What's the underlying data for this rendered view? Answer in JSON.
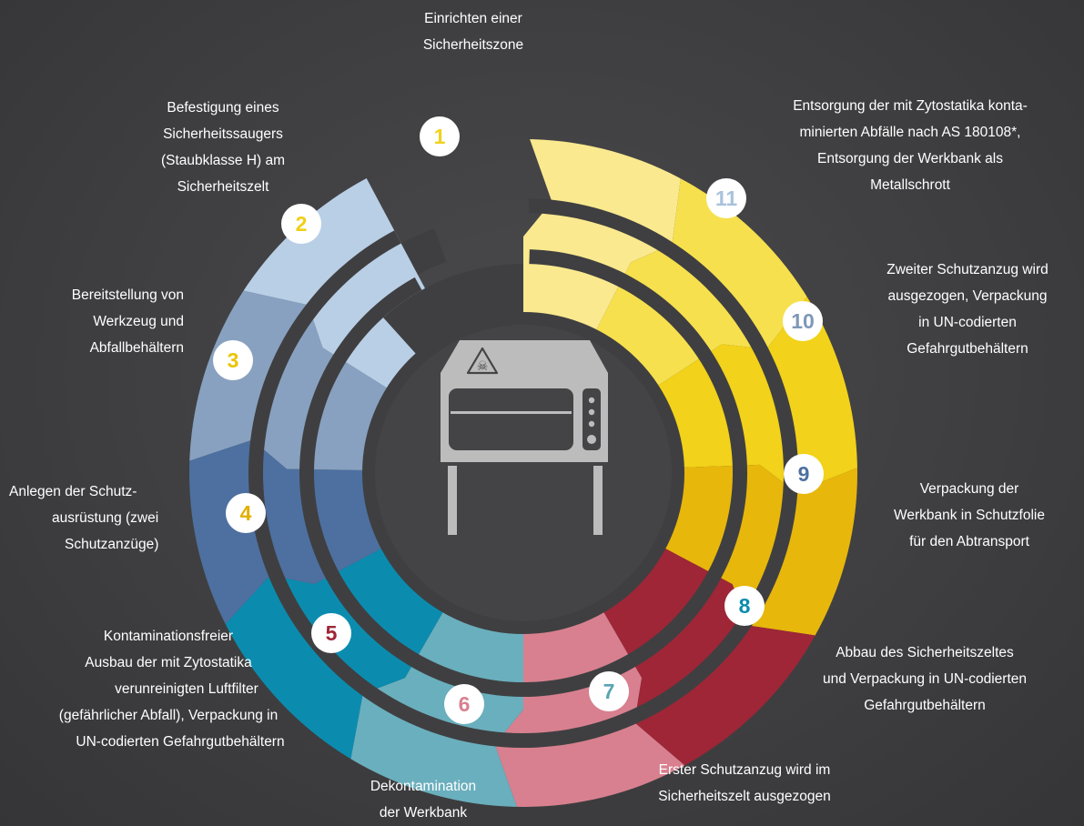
{
  "colors": {
    "background": "#3f3f41",
    "ring_gap": "#3f3f41",
    "center_disk": "#444446",
    "machine": "#bcbcbc"
  },
  "steps": [
    {
      "number": "1",
      "color": "#fae98e",
      "text_color": "#f1d21d",
      "lines": [
        "Einrichten einer",
        "Sicherheitszone"
      ]
    },
    {
      "number": "2",
      "color": "#f6e04d",
      "text_color": "#f0cf18",
      "lines": [
        "Befestigung eines",
        "Sicherheitssaugers",
        "(Staubklasse H) am",
        "Sicherheitszelt"
      ]
    },
    {
      "number": "3",
      "color": "#f2d21a",
      "text_color": "#e9c500",
      "lines": [
        "Bereitstellung von",
        "Werkzeug und",
        "Abfallbehältern"
      ]
    },
    {
      "number": "4",
      "color": "#e7b70b",
      "text_color": "#e1b000",
      "lines": [
        "Anlegen der Schutz-",
        "ausrüstung (zwei",
        "Schutzanzüge)"
      ]
    },
    {
      "number": "5",
      "color": "#9e2637",
      "text_color": "#9e2637",
      "lines": [
        "Kontaminationsfreier",
        "Ausbau der mit Zytostatika",
        "verunreinigten Luftfilter",
        "(gefährlicher Abfall), Verpackung in",
        "UN-codierten Gefahrgutbehältern"
      ]
    },
    {
      "number": "6",
      "color": "#d8808f",
      "text_color": "#d8808f",
      "lines": [
        "Dekontamination",
        "der Werkbank"
      ]
    },
    {
      "number": "7",
      "color": "#6aafbd",
      "text_color": "#5aa4b4",
      "lines": [
        "Erster Schutzanzug wird im",
        "Sicherheitszelt ausgezogen"
      ]
    },
    {
      "number": "8",
      "color": "#0b8caf",
      "text_color": "#0b8caf",
      "lines": [
        "Abbau des Sicherheitszeltes",
        "und Verpackung in UN-codierten",
        "Gefahrgutbehältern"
      ]
    },
    {
      "number": "9",
      "color": "#4d70a0",
      "text_color": "#4d70a0",
      "lines": [
        "Verpackung der",
        "Werkbank in Schutzfolie",
        "für den Abtransport"
      ]
    },
    {
      "number": "10",
      "color": "#88a1c0",
      "text_color": "#7e98b8",
      "lines": [
        "Zweiter Schutzanzug wird",
        "ausgezogen, Verpackung",
        "in UN-codierten",
        "Gefahrgutbehältern"
      ]
    },
    {
      "number": "11",
      "color": "#b9cfe6",
      "text_color": "#a9c2dc",
      "lines": [
        "Entsorgung der mit Zytostatika konta-",
        "minierten Abfälle nach AS 180108*,",
        "Entsorgung der Werkbank als",
        "Metallschrott"
      ]
    }
  ],
  "center_icon": {
    "name": "biohazard-workbench-icon",
    "symbol": "☠"
  }
}
